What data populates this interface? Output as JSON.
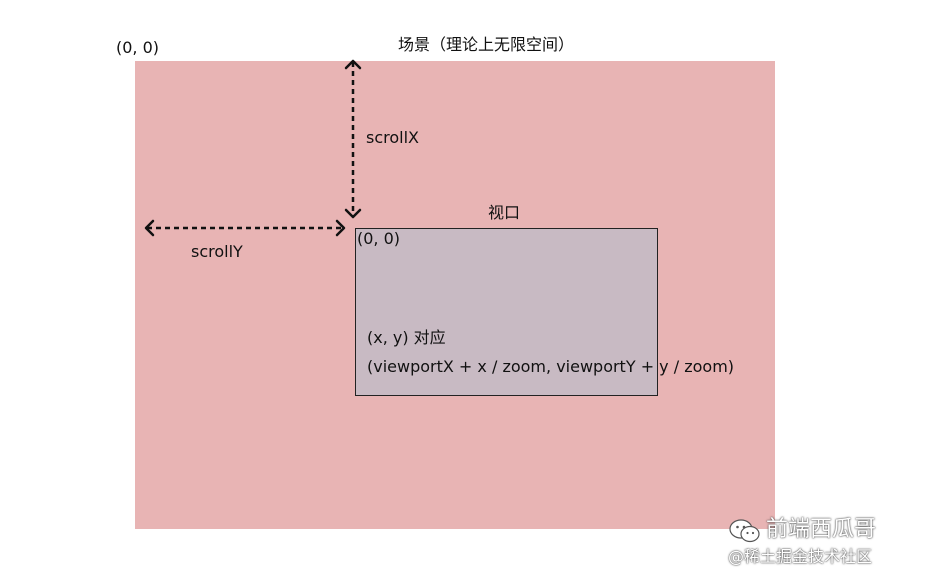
{
  "scene": {
    "origin_label": "(0, 0)",
    "title": "场景（理论上无限空间）",
    "color": "#e8b4b4"
  },
  "viewport": {
    "title": "视口",
    "origin_label": "(0, 0)",
    "mapping_line1": "(x, y) 对应",
    "mapping_line2": "(viewportX + x / zoom, viewportY + y / zoom)",
    "color": "#c8bac3"
  },
  "offsets": {
    "scroll_x_label": "scrollX",
    "scroll_y_label": "scrollY"
  },
  "watermark": {
    "line1": "前端西瓜哥",
    "line2": "@稀土掘金技术社区",
    "logo_icon": "wechat-icon"
  }
}
